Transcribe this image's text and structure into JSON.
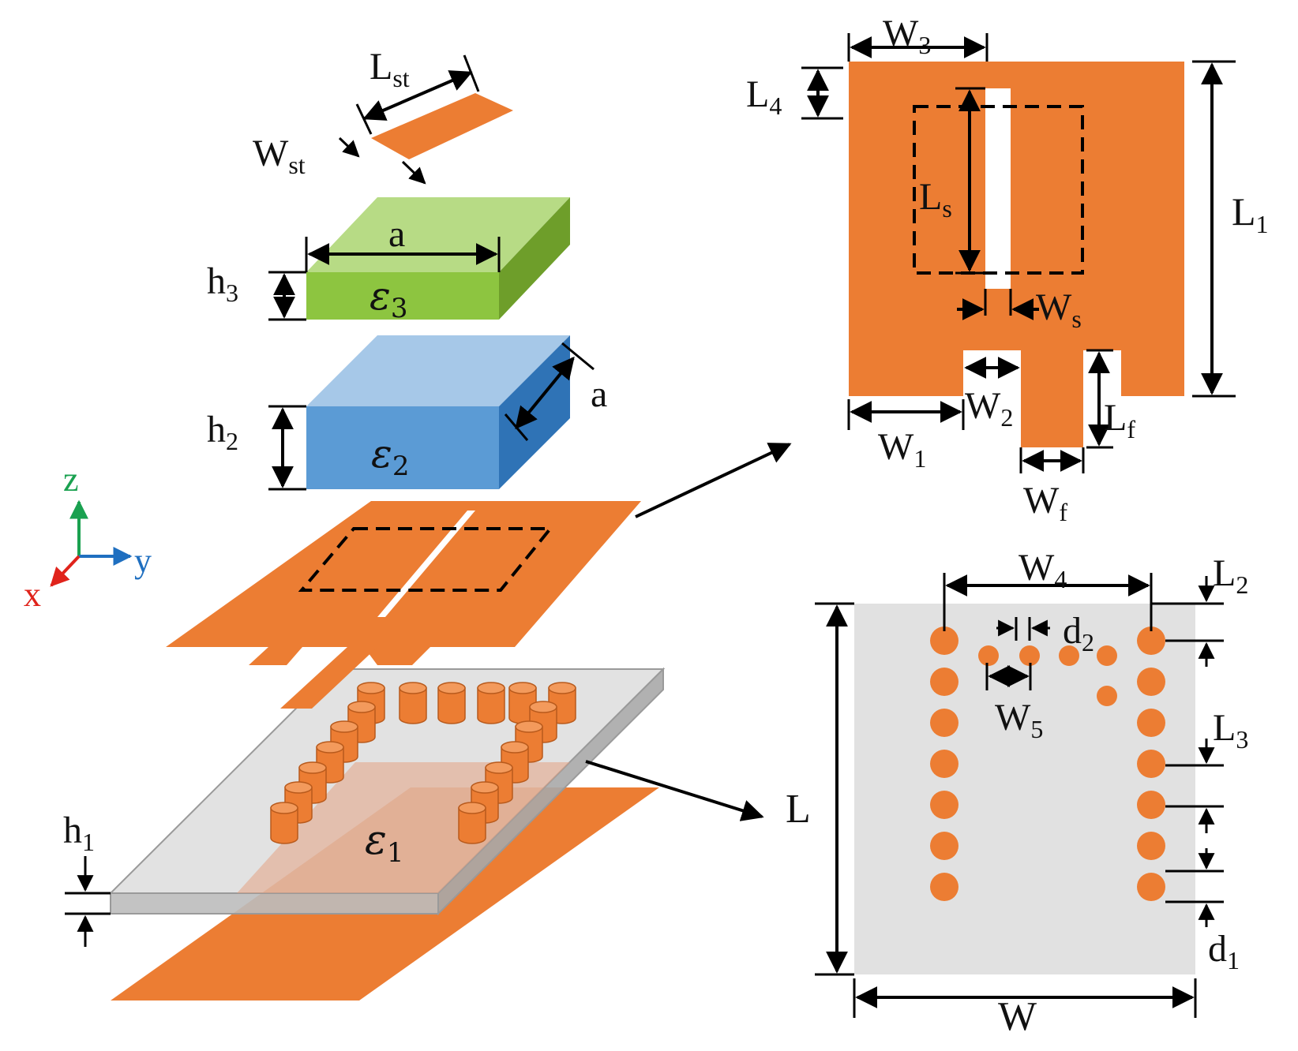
{
  "colors": {
    "copper": "#EC7D33",
    "green_top": "#B7DB85",
    "green_front": "#8DC540",
    "green_side": "#6E9E2A",
    "blue_top": "#A6C8E8",
    "blue_front": "#5B9BD5",
    "blue_side": "#2F73B6",
    "substrate": "#C8C8C8",
    "ground_panel": "#E1E1E1",
    "axis_x": "#E0231B",
    "axis_y": "#1F6FC0",
    "axis_z": "#1AA150"
  },
  "axes": {
    "x": "x",
    "y": "y",
    "z": "z"
  },
  "exploded": {
    "strip_length": {
      "main": "L",
      "sub": "st"
    },
    "strip_width": {
      "main": "W",
      "sub": "st"
    },
    "top_side": "a",
    "h3": {
      "main": "h",
      "sub": "3"
    },
    "eps3": {
      "main": "ε",
      "sub": "3"
    },
    "h2": {
      "main": "h",
      "sub": "2"
    },
    "eps2": {
      "main": "ε",
      "sub": "2"
    },
    "side_a": "a",
    "h1": {
      "main": "h",
      "sub": "1"
    },
    "eps1": {
      "main": "ε",
      "sub": "1"
    }
  },
  "patch_view": {
    "W3": {
      "main": "W",
      "sub": "3"
    },
    "L4": {
      "main": "L",
      "sub": "4"
    },
    "L1": {
      "main": "L",
      "sub": "1"
    },
    "Ls": {
      "main": "L",
      "sub": "s"
    },
    "Ws": {
      "main": "W",
      "sub": "s"
    },
    "W2": {
      "main": "W",
      "sub": "2"
    },
    "W1": {
      "main": "W",
      "sub": "1"
    },
    "Lf": {
      "main": "L",
      "sub": "f"
    },
    "Wf": {
      "main": "W",
      "sub": "f"
    }
  },
  "via_view": {
    "W4": {
      "main": "W",
      "sub": "4"
    },
    "L2": {
      "main": "L",
      "sub": "2"
    },
    "d2": {
      "main": "d",
      "sub": "2"
    },
    "W5": {
      "main": "W",
      "sub": "5"
    },
    "L3": {
      "main": "L",
      "sub": "3"
    },
    "L": "L",
    "d1": {
      "main": "d",
      "sub": "1"
    },
    "W": "W"
  }
}
